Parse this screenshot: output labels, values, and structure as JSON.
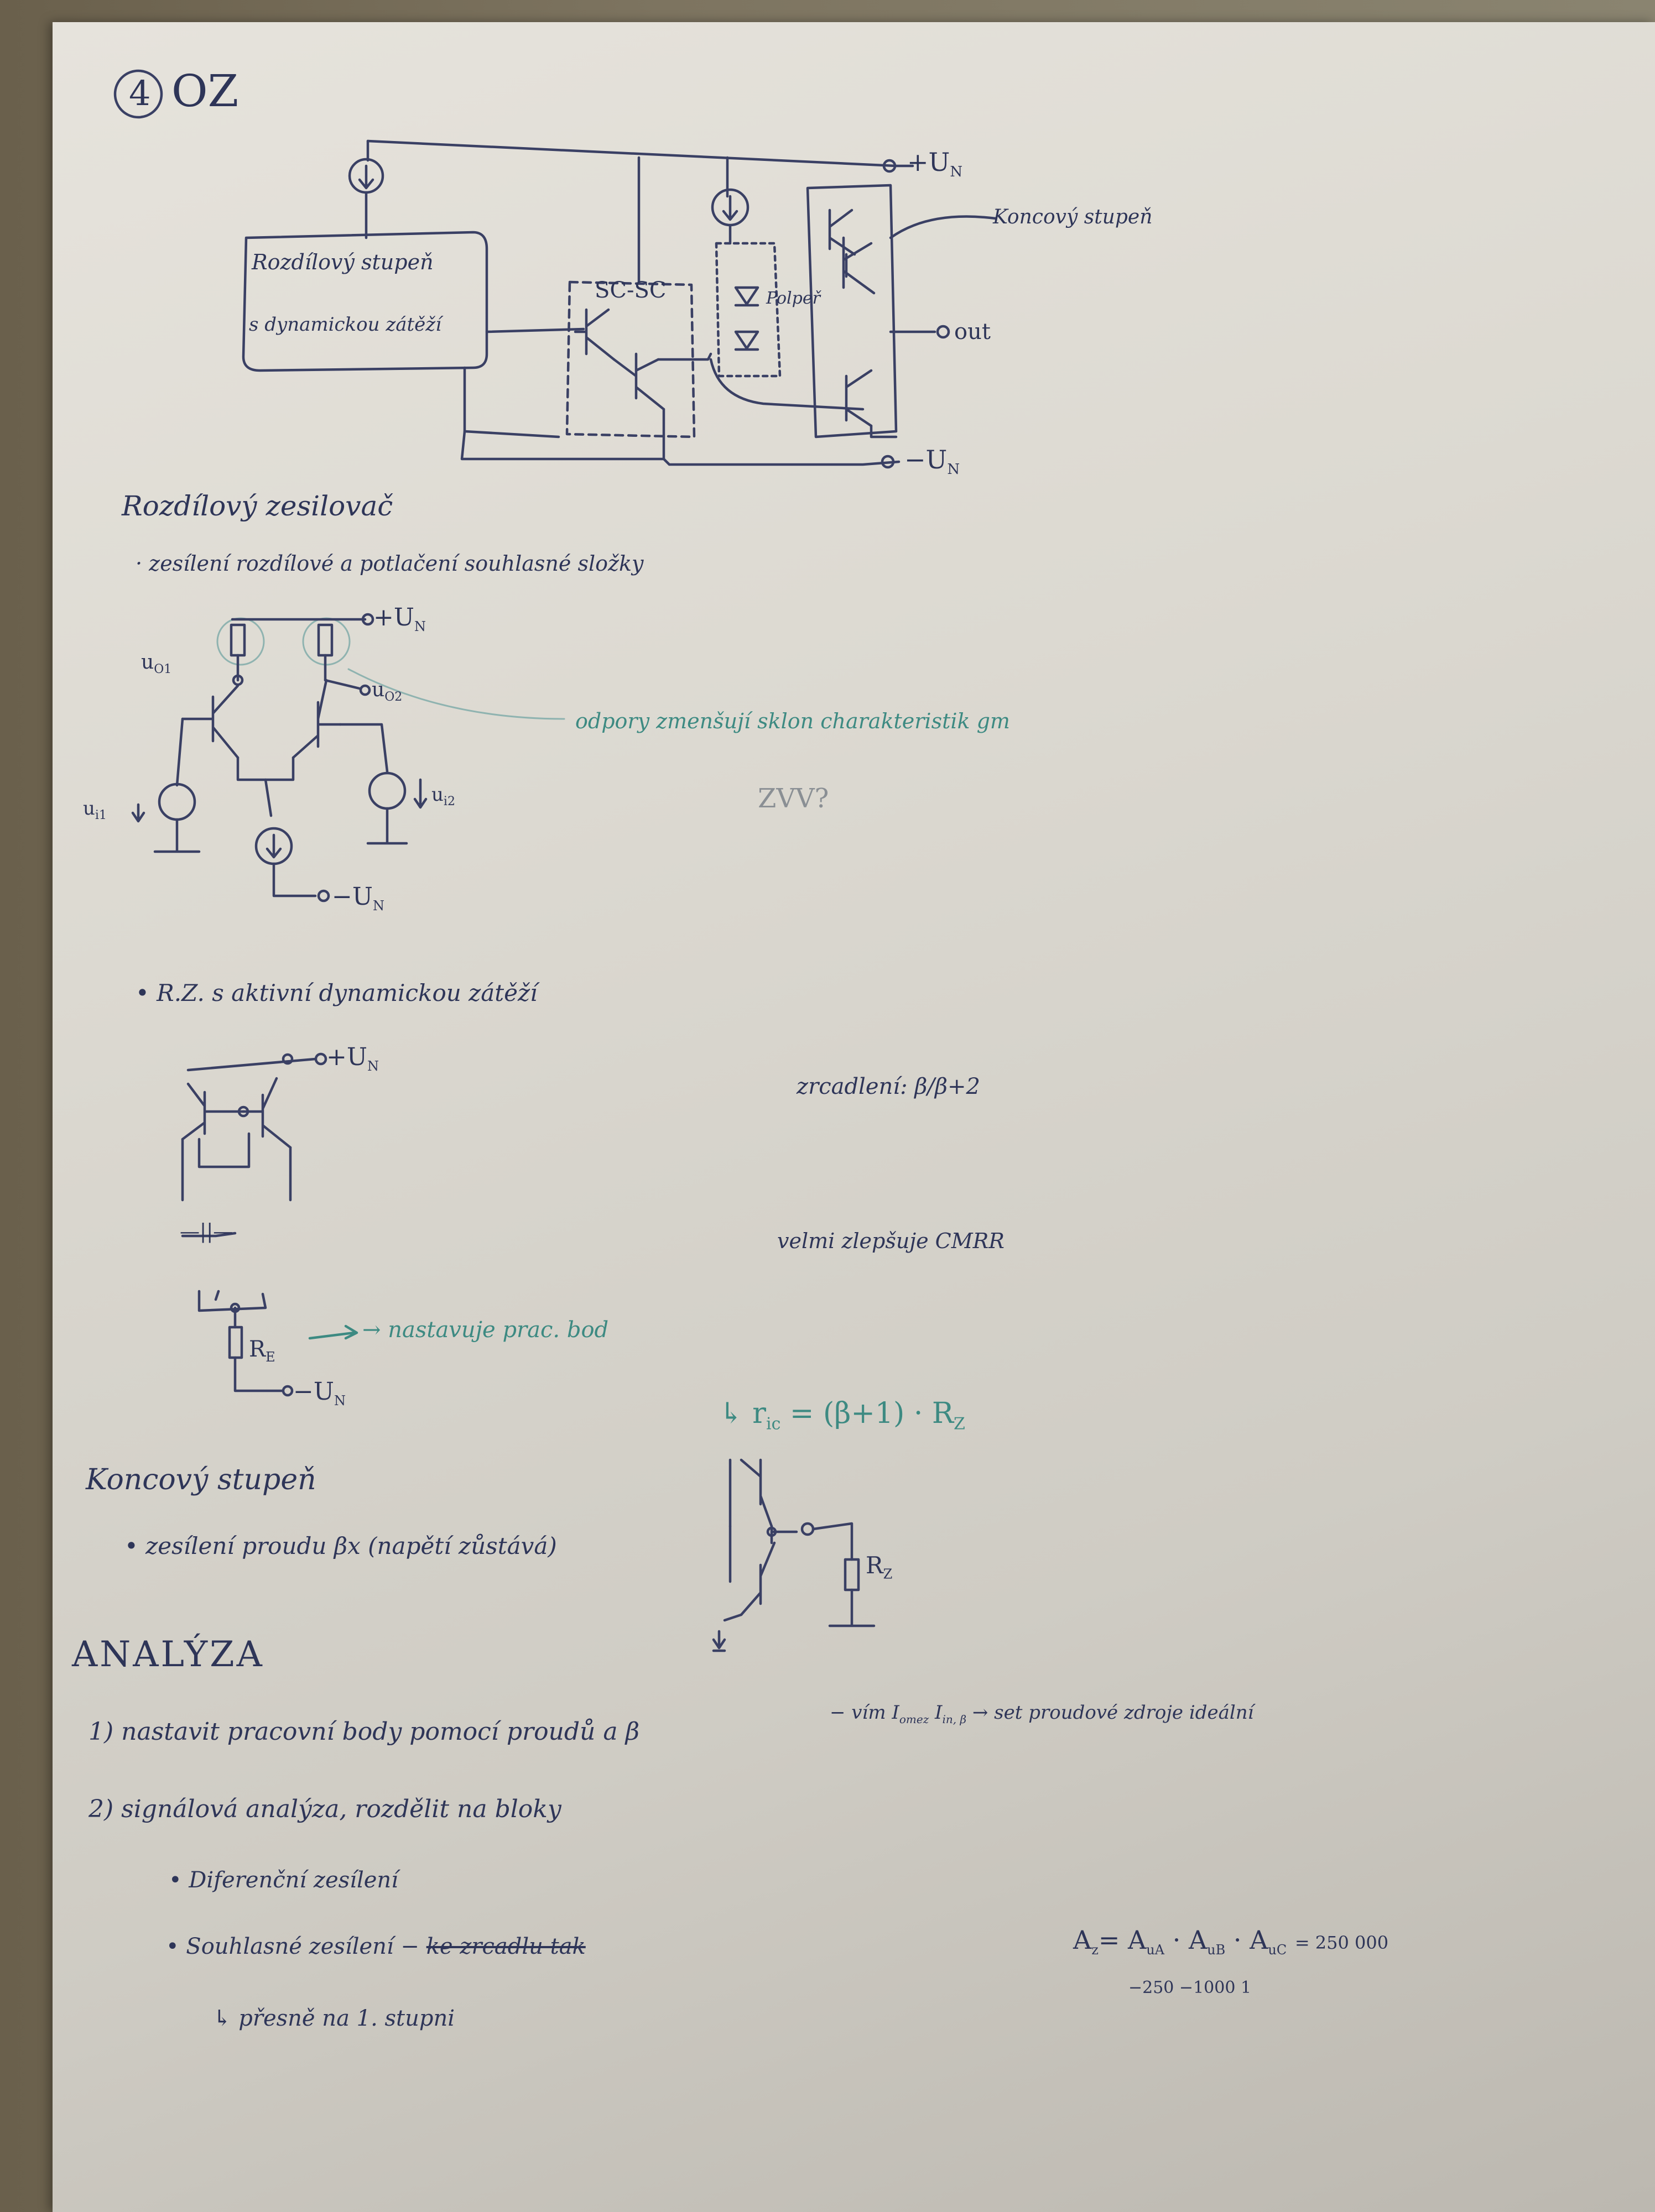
{
  "header": {
    "number": "4",
    "title": "OZ"
  },
  "block_diagram": {
    "diff_stage_label": "Rozdílový stupeň",
    "diff_stage_label_2": "s dynamickou zátěží",
    "sc_sc_label": "SC-SC",
    "bias_label": "Polpeř",
    "output_stage_label": "Koncový stupeň",
    "plus_supply": "+U",
    "minus_supply": "−U",
    "supply_sub": "N",
    "out_label": "out"
  },
  "section_diff": {
    "heading": "Rozdílový zesilovač",
    "bullet": "zesílení rozdílové a potlačení souhlasné složky",
    "note": "odpory zmenšují sklon charakteristik gm",
    "note_question": "ZVV?",
    "label_uo1": "u",
    "label_uo1_sub": "O1",
    "label_uo2": "u",
    "label_uo2_sub": "O2",
    "label_ui1": "u",
    "label_ui1_sub": "i1",
    "label_ui2": "u",
    "label_ui2_sub": "i2",
    "plus_supply": "+U",
    "minus_supply": "−U",
    "supply_sub": "N"
  },
  "section_active": {
    "bullet": "R.Z. s aktivní dynamickou zátěží",
    "mirror_note": "zrcadlení: β/β+2",
    "cmrr_note": "velmi zlepšuje CMRR",
    "ellipsis": "—||—",
    "re_label": "R",
    "re_sub": "E",
    "re_note": "→ nastavuje prac. bod",
    "plus_supply": "+U",
    "minus_supply": "−U",
    "supply_sub": "N"
  },
  "section_output": {
    "heading": "Koncový stupeň",
    "bullet": "zesílení proudu βx (napětí zůstává)",
    "formula": "↳ r",
    "formula_sub": "ic",
    "formula_rest": "= (β+1) · R",
    "formula_rz_sub": "Z",
    "rz_label": "R",
    "rz_sub": "Z"
  },
  "section_analysis": {
    "heading": "ANALÝZA",
    "item1": "1) nastavit pracovní body pomocí proudů a β",
    "item1_note": "− vím I",
    "item1_note_sub1": "omez",
    "item1_note_mid": " I",
    "item1_note_sub2": "in, β",
    "item1_note_rest": " → set proudové zdroje ideální",
    "item2": "2) signálová analýza, rozdělit na bloky",
    "sub1": "• Diferenční zesílení",
    "sub2": "• Souhlasné zesílení −",
    "sub2_struck": "ke zrcadlu tak",
    "sub2_note": "↳ přesně na 1. stupni",
    "gain_formula": "A",
    "gain_sub": "z",
    "gain_rest": "= A",
    "gain_ua": "uA",
    "gain_mid": " · A",
    "gain_ub": "uB",
    "gain_mid2": " · A",
    "gain_uc": "uC",
    "gain_value": "= 250 000",
    "gain_factors": "−250  −1000   1"
  }
}
